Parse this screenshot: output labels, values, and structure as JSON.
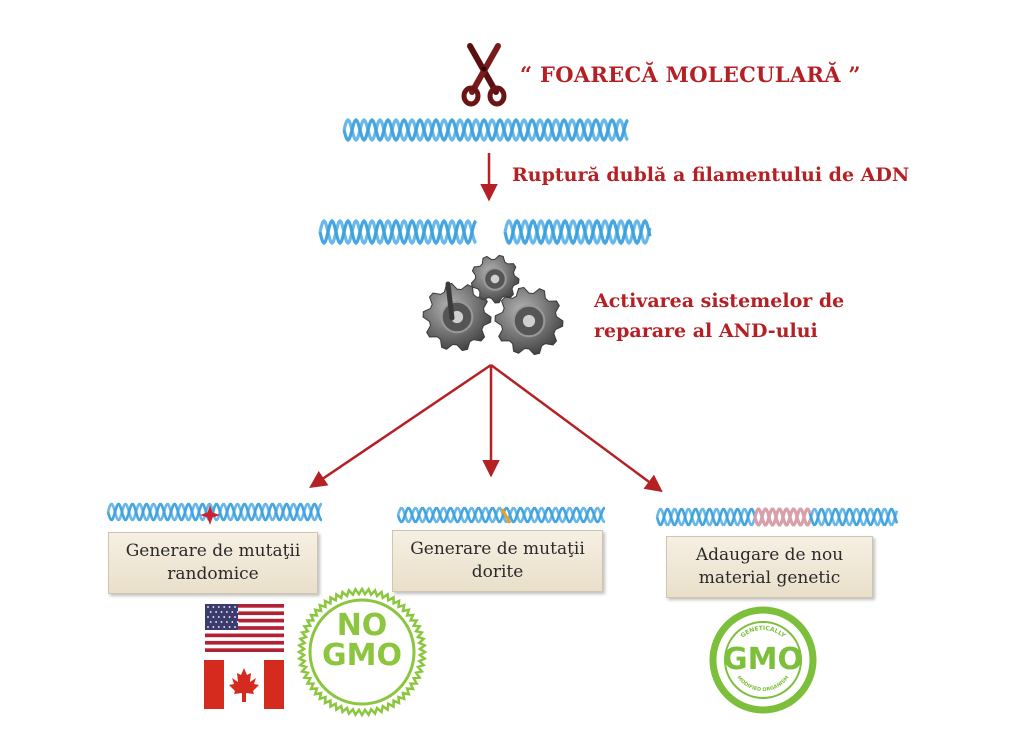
{
  "title": "“ FOARECĂ MOLECULARĂ ”",
  "step_break": "Ruptură dublă a filamentului de ADN",
  "step_repair_line1": "Activarea sistemelor de",
  "step_repair_line2": "reparare al AND-ului",
  "outcomes": [
    {
      "line1": "Generare de mutaţii",
      "line2": "randomice"
    },
    {
      "line1": "Generare de mutaţii",
      "line2": "dorite"
    },
    {
      "line1": "Adaugare de nou",
      "line2": "material genetic"
    }
  ],
  "no_gmo_stamp": {
    "line1": "NO",
    "line2": "GMO"
  },
  "gmo_stamp": {
    "center": "GMO",
    "top_arc": "GENETICALLY",
    "bottom_arc": "MODIFIED ORGANISM"
  },
  "colors": {
    "accent_red": "#b52025",
    "dna_blue": "#3aa0df",
    "stamp_green": "#8cc63f",
    "gmo_green": "#7cbf3a",
    "gear_gray": "#6d6d6d"
  },
  "icons": [
    "scissors-icon",
    "gears-icon",
    "us-flag-icon",
    "canada-flag-icon",
    "no-gmo-stamp-icon",
    "gmo-stamp-icon"
  ]
}
